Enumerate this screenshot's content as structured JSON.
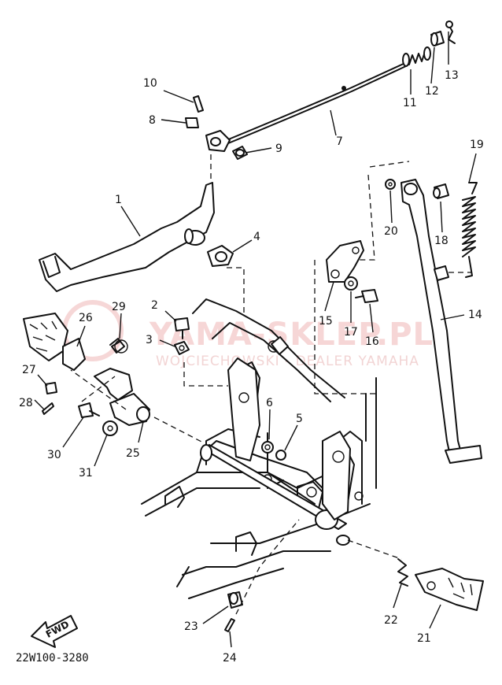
{
  "watermark": {
    "brand": "YAMA-SKLEP.PL",
    "subtitle": "WOJCIECHOWSKI - DEALER YAMAHA"
  },
  "diagram_code": "22W100-3280",
  "direction_label": "FWD",
  "callouts": [
    "1",
    "2",
    "3",
    "4",
    "5",
    "6",
    "7",
    "8",
    "9",
    "10",
    "11",
    "12",
    "13",
    "14",
    "15",
    "16",
    "17",
    "18",
    "19",
    "20",
    "21",
    "22",
    "23",
    "24",
    "25",
    "26",
    "27",
    "28",
    "29",
    "30",
    "31"
  ]
}
